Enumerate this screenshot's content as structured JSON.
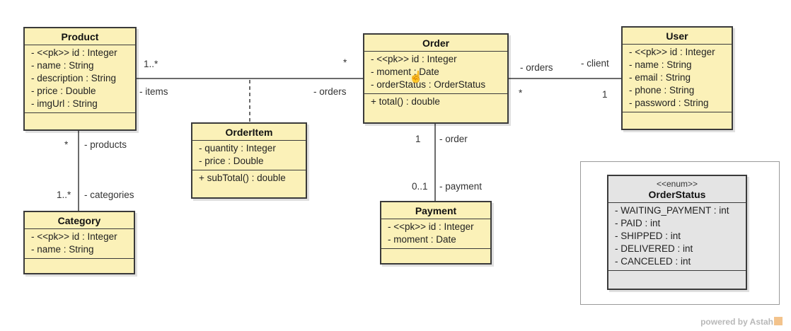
{
  "classes": {
    "product": {
      "name": "Product",
      "attributes": [
        "- <<pk>> id : Integer",
        "- name : String",
        "- description : String",
        "- price : Double",
        "- imgUrl : String"
      ]
    },
    "order": {
      "name": "Order",
      "attributes": [
        "- <<pk>> id : Integer",
        "- moment : Date",
        "- orderStatus : OrderStatus"
      ],
      "operations": [
        "+ total() : double"
      ]
    },
    "user": {
      "name": "User",
      "attributes": [
        "- <<pk>> id : Integer",
        "- name : String",
        "- email : String",
        "- phone : String",
        "- password : String"
      ]
    },
    "orderitem": {
      "name": "OrderItem",
      "attributes": [
        "- quantity : Integer",
        "- price : Double"
      ],
      "operations": [
        "+ subTotal() : double"
      ]
    },
    "category": {
      "name": "Category",
      "attributes": [
        "- <<pk>> id : Integer",
        "- name : String"
      ]
    },
    "payment": {
      "name": "Payment",
      "attributes": [
        "- <<pk>> id : Integer",
        "- moment : Date"
      ]
    },
    "orderstatus": {
      "stereotype": "<<enum>>",
      "name": "OrderStatus",
      "literals": [
        "- WAITING_PAYMENT : int",
        "- PAID : int",
        "- SHIPPED : int",
        "- DELIVERED : int",
        "- CANCELED : int"
      ]
    }
  },
  "associations": {
    "product_order": {
      "product_mult": "1..*",
      "product_role": "- items",
      "order_mult": "*",
      "order_role": "- orders"
    },
    "order_user": {
      "order_role": "- orders",
      "order_mult": "*",
      "user_role": "- client",
      "user_mult": "1"
    },
    "product_category": {
      "product_mult": "*",
      "product_role": "- products",
      "category_mult": "1..*",
      "category_role": "- categories"
    },
    "order_payment": {
      "order_mult": "1",
      "order_role": "- order",
      "payment_mult": "0..1",
      "payment_role": "- payment"
    }
  },
  "footer": {
    "powered_by": "powered by Astah"
  }
}
